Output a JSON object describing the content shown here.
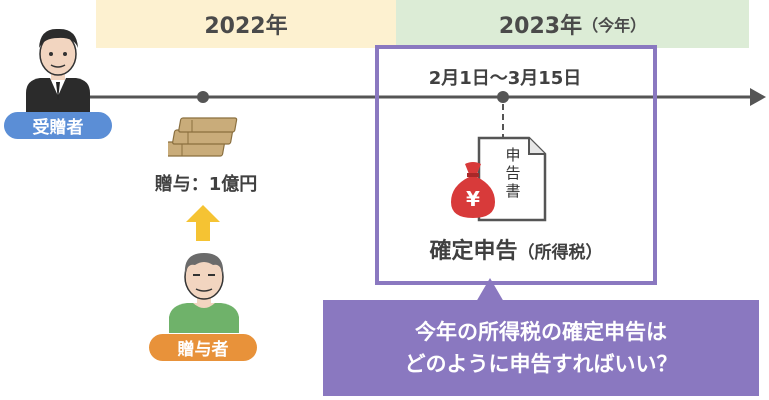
{
  "timeline": {
    "year_2022": "2022年",
    "year_2023": "2023年",
    "year_2023_note": "（今年）",
    "period": "2月1日～3月15日"
  },
  "people": {
    "recipient_label": "受贈者",
    "giver_label": "贈与者"
  },
  "gift": {
    "label": "贈与：1億円"
  },
  "filing": {
    "document_text": [
      "申",
      "告",
      "書"
    ],
    "money_symbol": "¥",
    "title_main": "確定申告",
    "title_note": "（所得税）"
  },
  "callout": {
    "line1": "今年の所得税の確定申告は",
    "line2": "どのように申告すればいい？"
  },
  "colors": {
    "band_2022": "#fdf1d0",
    "band_2023": "#dcecd6",
    "recipient_pill": "#5b8ed6",
    "giver_pill": "#e8923a",
    "accent_purple": "#8a78c0",
    "arrow_yellow": "#f5c333",
    "money_bag": "#d83a3a",
    "timeline": "#555555"
  },
  "icons": [
    "businessman-icon",
    "money-stack-icon",
    "up-arrow-icon",
    "elderly-man-icon",
    "money-bag-icon",
    "document-icon"
  ]
}
